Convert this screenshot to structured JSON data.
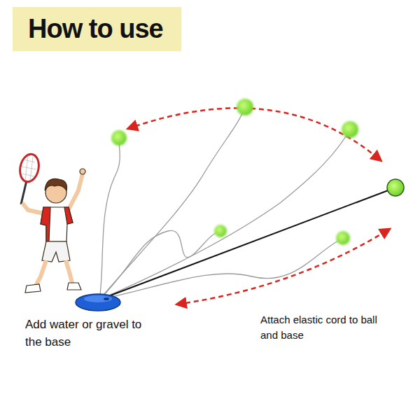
{
  "diagram": {
    "title": "How to use",
    "labels": [
      "Add water or gravel to the base",
      "Attach elastic cord to ball and base"
    ]
  }
}
